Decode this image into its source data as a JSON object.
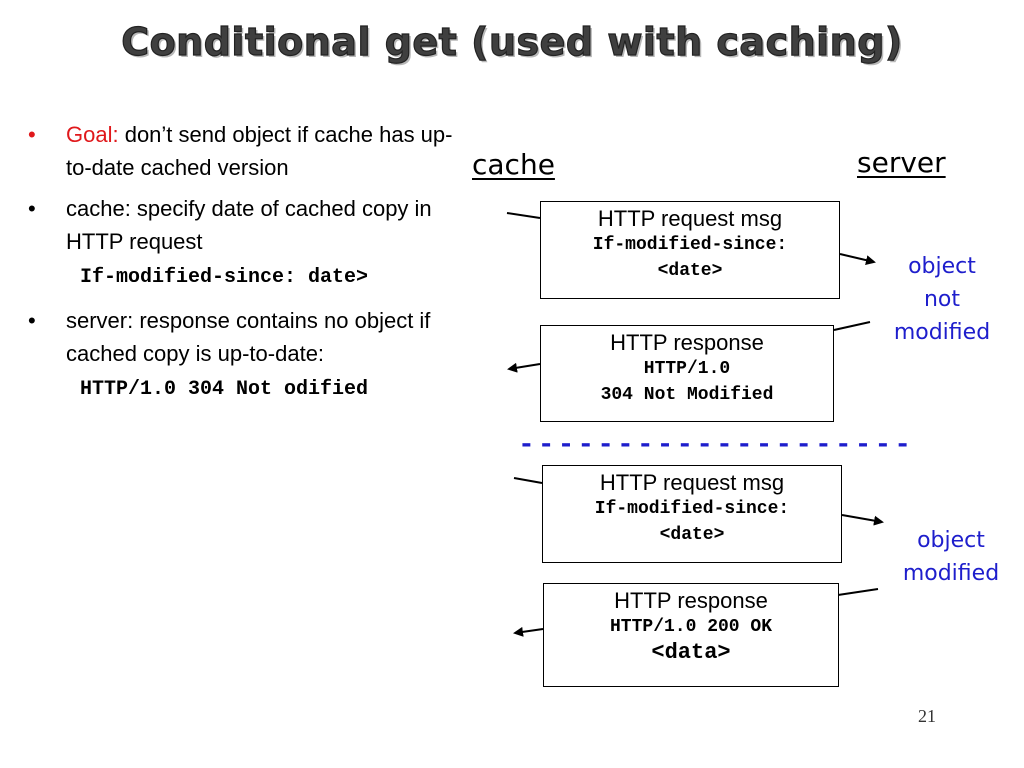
{
  "title": "Conditional get (used  with caching)",
  "bullets": [
    {
      "prefix": "Goal:",
      "text": " don’t send object if cache has up-to-date cached version"
    },
    {
      "text": "cache: specify date of cached copy in HTTP request",
      "code": "If-modified-since: date>"
    },
    {
      "text": "server: response contains no object if cached copy is up-to-date:",
      "code": "HTTP/1.0 304 Not odified"
    }
  ],
  "diagram": {
    "cache_label": "cache",
    "server_label": "server",
    "box1": {
      "line1": "HTTP request msg",
      "line2": "If-modified-since:",
      "line3": "<date>"
    },
    "box2": {
      "line1": "HTTP response",
      "line2": "HTTP/1.0",
      "line3": "304 Not Modified"
    },
    "box3": {
      "line1": "HTTP request msg",
      "line2": "If-modified-since:",
      "line3": "<date>"
    },
    "box4": {
      "line1": "HTTP response",
      "line2": "HTTP/1.0 200 OK",
      "line3": "<data>"
    },
    "outcome1": [
      "object",
      "not",
      "modified"
    ],
    "outcome2": [
      "object",
      "modified"
    ],
    "separator": "--------------------"
  },
  "page_number": "21",
  "colors": {
    "accent_red": "#e0181b",
    "accent_blue": "#1e1ecc"
  }
}
